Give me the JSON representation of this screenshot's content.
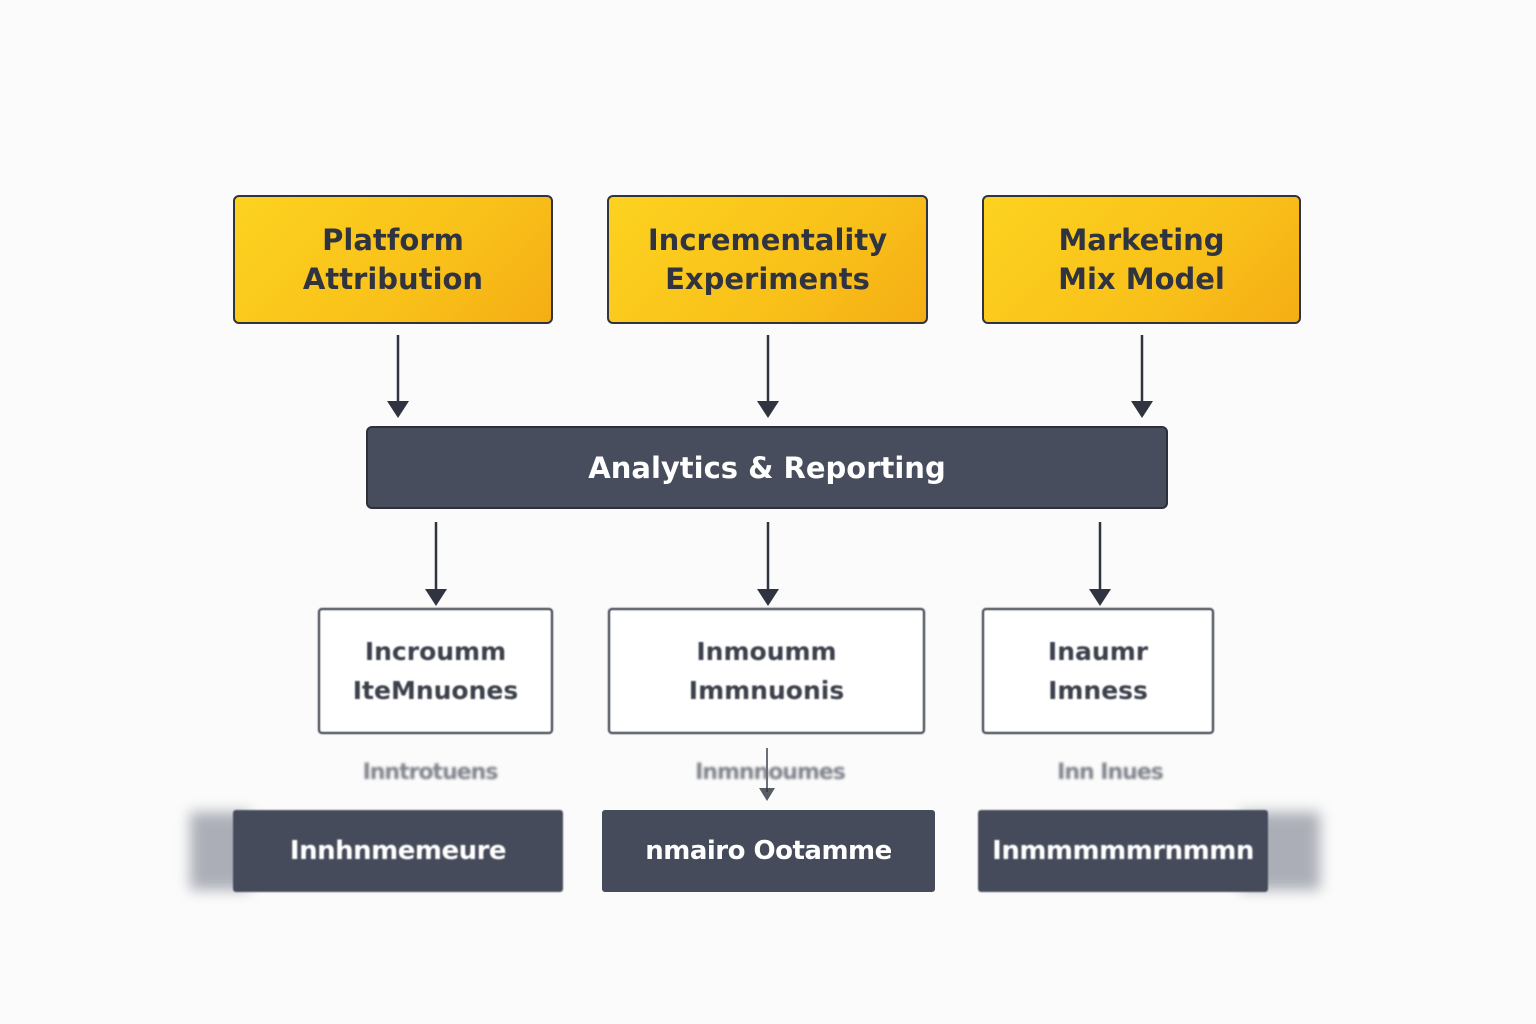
{
  "sources": [
    {
      "line1": "Platform",
      "line2": "Attribution"
    },
    {
      "line1": "Incrementality",
      "line2": "Experiments"
    },
    {
      "line1": "Marketing",
      "line2": "Mix Model"
    }
  ],
  "hub": {
    "label": "Analytics & Reporting"
  },
  "outputs": [
    {
      "line1": "Incroumm",
      "line2": "IteMnuones"
    },
    {
      "line1": "Inmoumm",
      "line2": "Immnuonis"
    },
    {
      "line1": "Inaumr",
      "line2": "Imness"
    }
  ],
  "captions": [
    "Inntrotuens",
    "Inmnnoumes",
    "Inn Inues"
  ],
  "bars": [
    "Innhnmemeure",
    "nmairo Ootamme",
    "Inmmmmmrnmmn"
  ],
  "colors": {
    "source_fill": "#f9c11a",
    "hub_fill": "#474d5c",
    "bar_fill": "#454b5a",
    "border": "#2f3440"
  }
}
